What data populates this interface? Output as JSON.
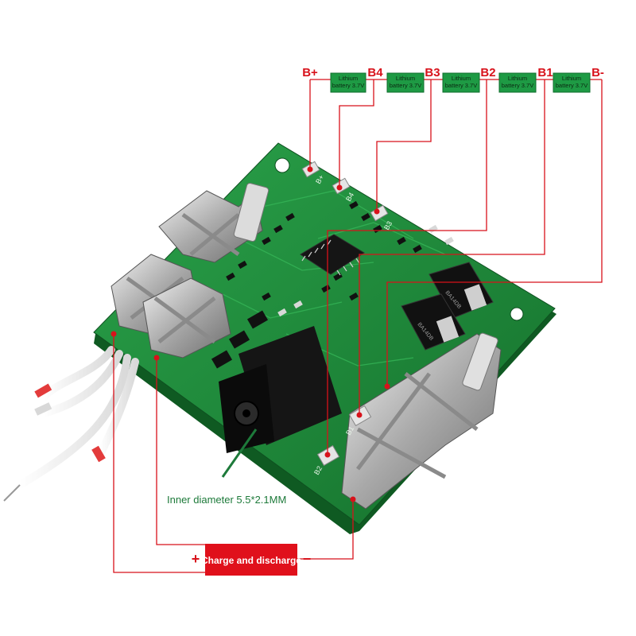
{
  "terminals": {
    "b_plus": "B+",
    "b4": "B4",
    "b3": "B3",
    "b2": "B2",
    "b1": "B1",
    "b_minus": "B-"
  },
  "cells": [
    {
      "line1": "Lithium",
      "line2": "battery 3.7V"
    },
    {
      "line1": "Lithium",
      "line2": "battery 3.7V"
    },
    {
      "line1": "Lithium",
      "line2": "battery 3.7V"
    },
    {
      "line1": "Lithium",
      "line2": "battery 3.7V"
    },
    {
      "line1": "Lithium",
      "line2": "battery 3.7V"
    }
  ],
  "jack_caption": "Inner diameter 5.5*2.1MM",
  "charge_discharge": {
    "label": "Charge and discharge",
    "plus": "+",
    "minus": "−"
  },
  "board_markings": {
    "pad_b_plus": "B+",
    "pad_b4": "B4",
    "pad_b3": "B3",
    "pad_b2": "B2",
    "pad_b1": "B1",
    "mosfet_1": "BA14DB",
    "mosfet_2": "BA14DB"
  },
  "colors": {
    "wire_red": "#d8121b",
    "cell_green": "#1e9a44",
    "pcb_green": "#1f8a38",
    "caption_green": "#1d7a3a"
  }
}
